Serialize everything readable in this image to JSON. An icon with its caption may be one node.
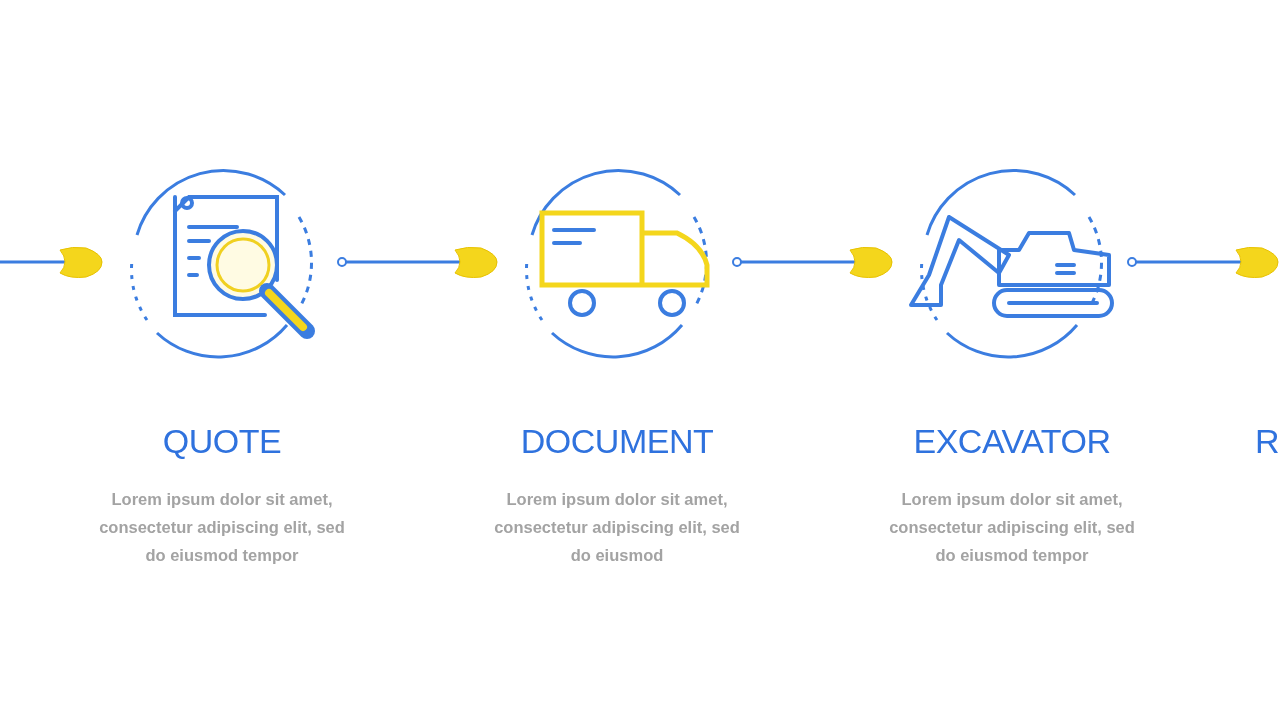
{
  "diagram": {
    "nodes": [
      {
        "text": [
          "QUOTE",
          "Lorem ipsum dolor sit amet, consectetur adipiscing elit, sed do eiusmod tempor"
        ]
      },
      {
        "text": [
          "DOCUMENT",
          "Lorem ipsum dolor sit amet, consectetur adipiscing elit, sed do eiusmod"
        ]
      },
      {
        "text": [
          "EXCAVATOR",
          "Lorem ipsum dolor sit amet, consectetur adipiscing elit, sed do eiusmod tempor"
        ]
      }
    ],
    "edges": [
      {
        "from": null,
        "to": 0,
        "arrow": "to"
      },
      {
        "from": 0,
        "to": 1,
        "arrow": "to"
      },
      {
        "from": 1,
        "to": 2,
        "arrow": "to"
      },
      {
        "from": 2,
        "to": null,
        "arrow": "to"
      }
    ],
    "labels": [
      "R"
    ]
  }
}
